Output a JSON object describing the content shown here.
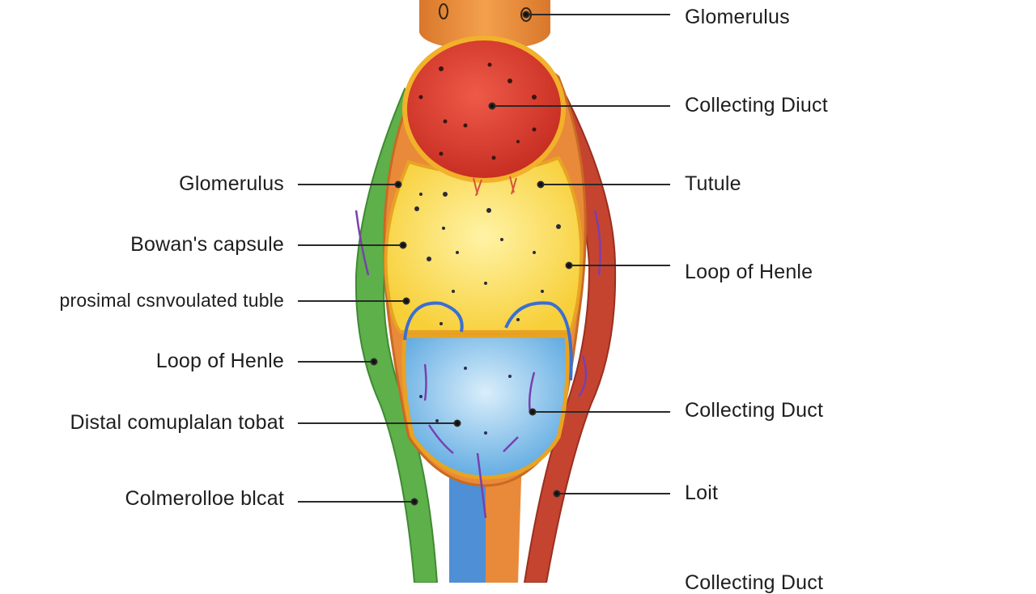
{
  "labels": {
    "left": [
      "Glomerulus",
      "Bowan's capsule",
      "prosimal csnvoulated tuble",
      "Loop of Henle",
      "Distal comuplalan tobat",
      "Colmerolloe blcat"
    ],
    "right": [
      "Glomerulus",
      "Collecting Diuct",
      "Tutule",
      "Loop of Henle",
      "Collecting Duct",
      "Loit",
      "Collecting Duct"
    ]
  },
  "colors": {
    "glomerulus_red": "#d93a2b",
    "capsule_yellow": "#fbd94a",
    "capsule_outline": "#e8a323",
    "chamber_blue": "#73b8e6",
    "tubule_orange": "#e98a3a",
    "vessel_green": "#5db04a",
    "vessel_red": "#c5442f",
    "duct_blue": "#4f8fd6",
    "leader_line": "#2a2a2a"
  }
}
